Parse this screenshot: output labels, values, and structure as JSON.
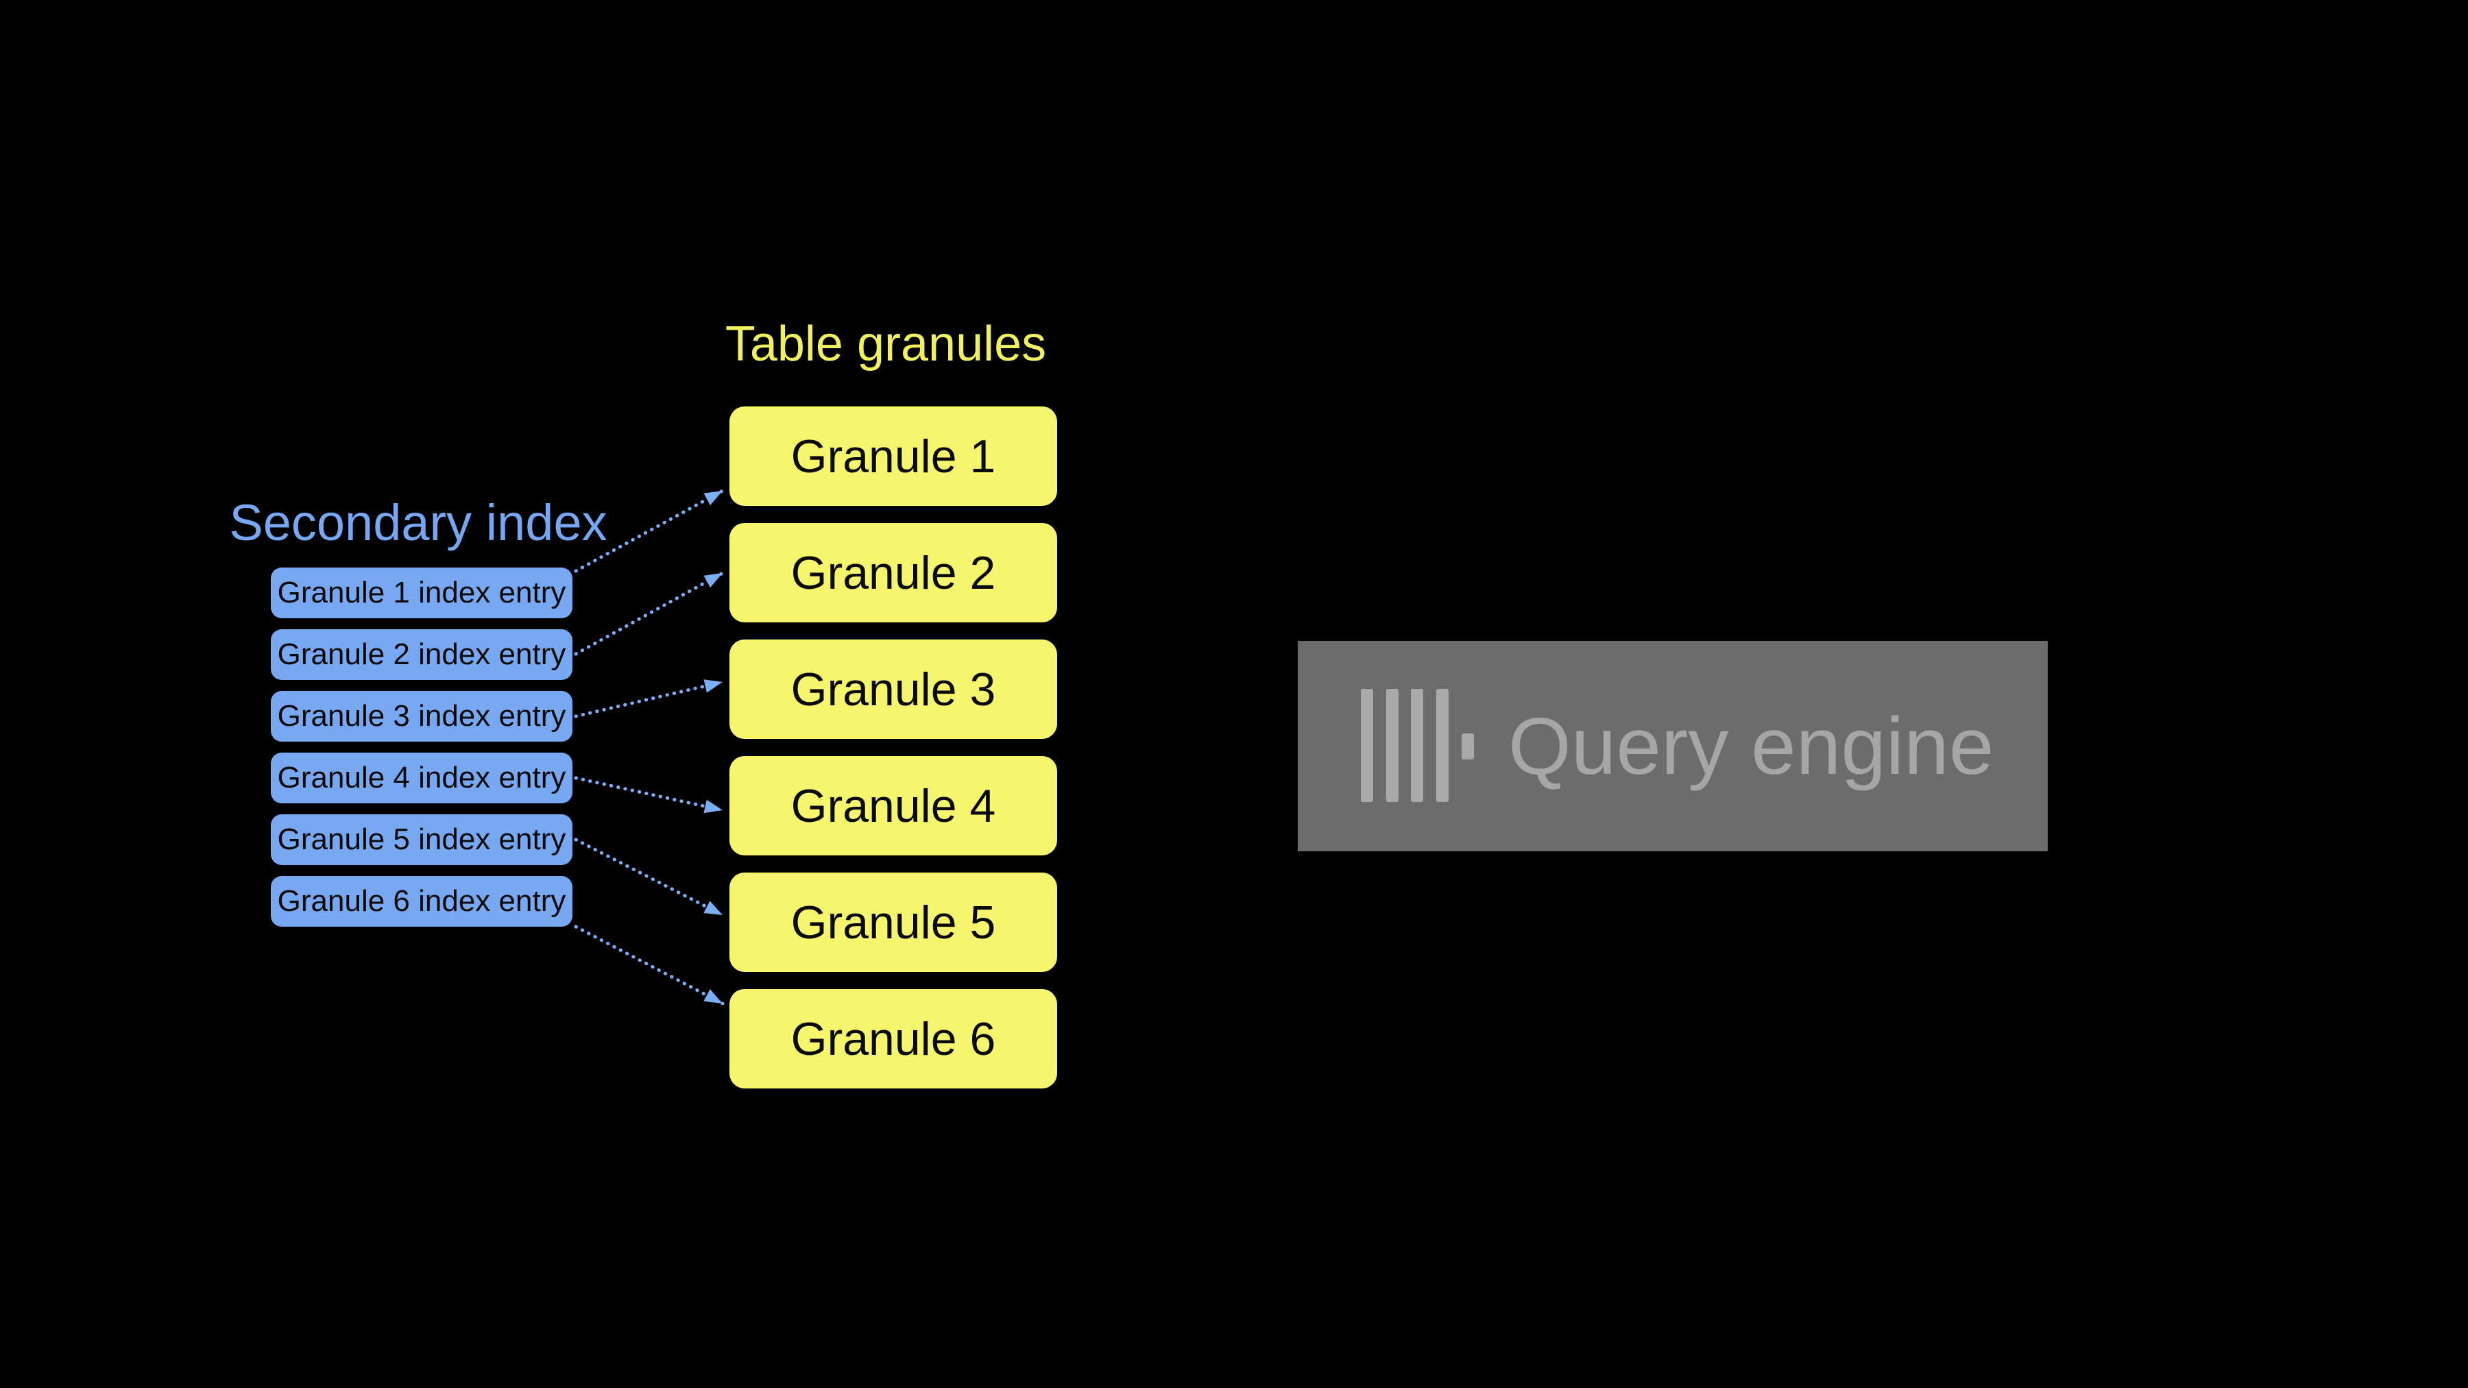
{
  "secondary_index": {
    "title": "Secondary index",
    "entries": [
      "Granule 1 index entry",
      "Granule 2 index entry",
      "Granule 3 index entry",
      "Granule 4 index entry",
      "Granule 5 index entry",
      "Granule 6 index entry"
    ]
  },
  "table_granules": {
    "title": "Table granules",
    "granules": [
      "Granule 1",
      "Granule 2",
      "Granule 3",
      "Granule 4",
      "Granule 5",
      "Granule 6"
    ]
  },
  "query_engine": {
    "label": "Query engine",
    "logo_icon": "clickhouse-bars-icon"
  },
  "theme": {
    "background": "#000000",
    "blue_accent": "#78a8f2",
    "blue_title": "#77a7f3",
    "yellow_accent": "#f6f66e",
    "yellow_title": "#f1f160",
    "arrow_color": "#7caef5",
    "gray_box": "#6c6c6c",
    "gray_content": "#a9a9a9",
    "gray_text": "#a6a6a6",
    "box_text": "#0a0a0a"
  }
}
